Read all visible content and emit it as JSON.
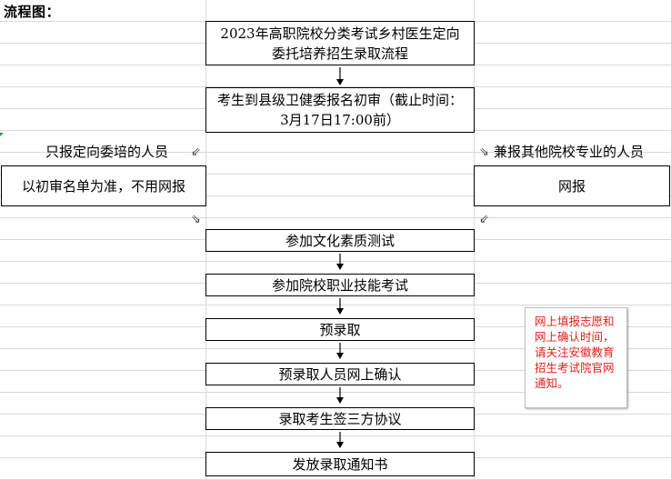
{
  "title": "流程图：",
  "steps": {
    "s1": "2023年高职院校分类考试乡村医生定向委托培养招生录取流程",
    "s2": "考生到县级卫健委报名初审（截止时间：3月17日17:00前）",
    "left_label": "只报定向委培的人员",
    "left_box": "以初审名单为准，不用网报",
    "right_label": "兼报其他院校专业的人员",
    "right_box": "网报",
    "s3": "参加文化素质测试",
    "s4": "参加院校职业技能考试",
    "s5": "预录取",
    "s6": "预录取人员网上确认",
    "s7": "录取考生签三方协议",
    "s8": "发放录取通知书"
  },
  "note": {
    "lines": [
      "网上填报志愿和",
      "网上确认时间，",
      "请关注安徽教育",
      "招生考试院官网",
      "通知。"
    ],
    "color": "#e3201b"
  },
  "icons": {
    "left_icon": "⇙",
    "right_icon": "⇘",
    "left_merge_icon": "⇘",
    "right_merge_icon": "⇙"
  }
}
